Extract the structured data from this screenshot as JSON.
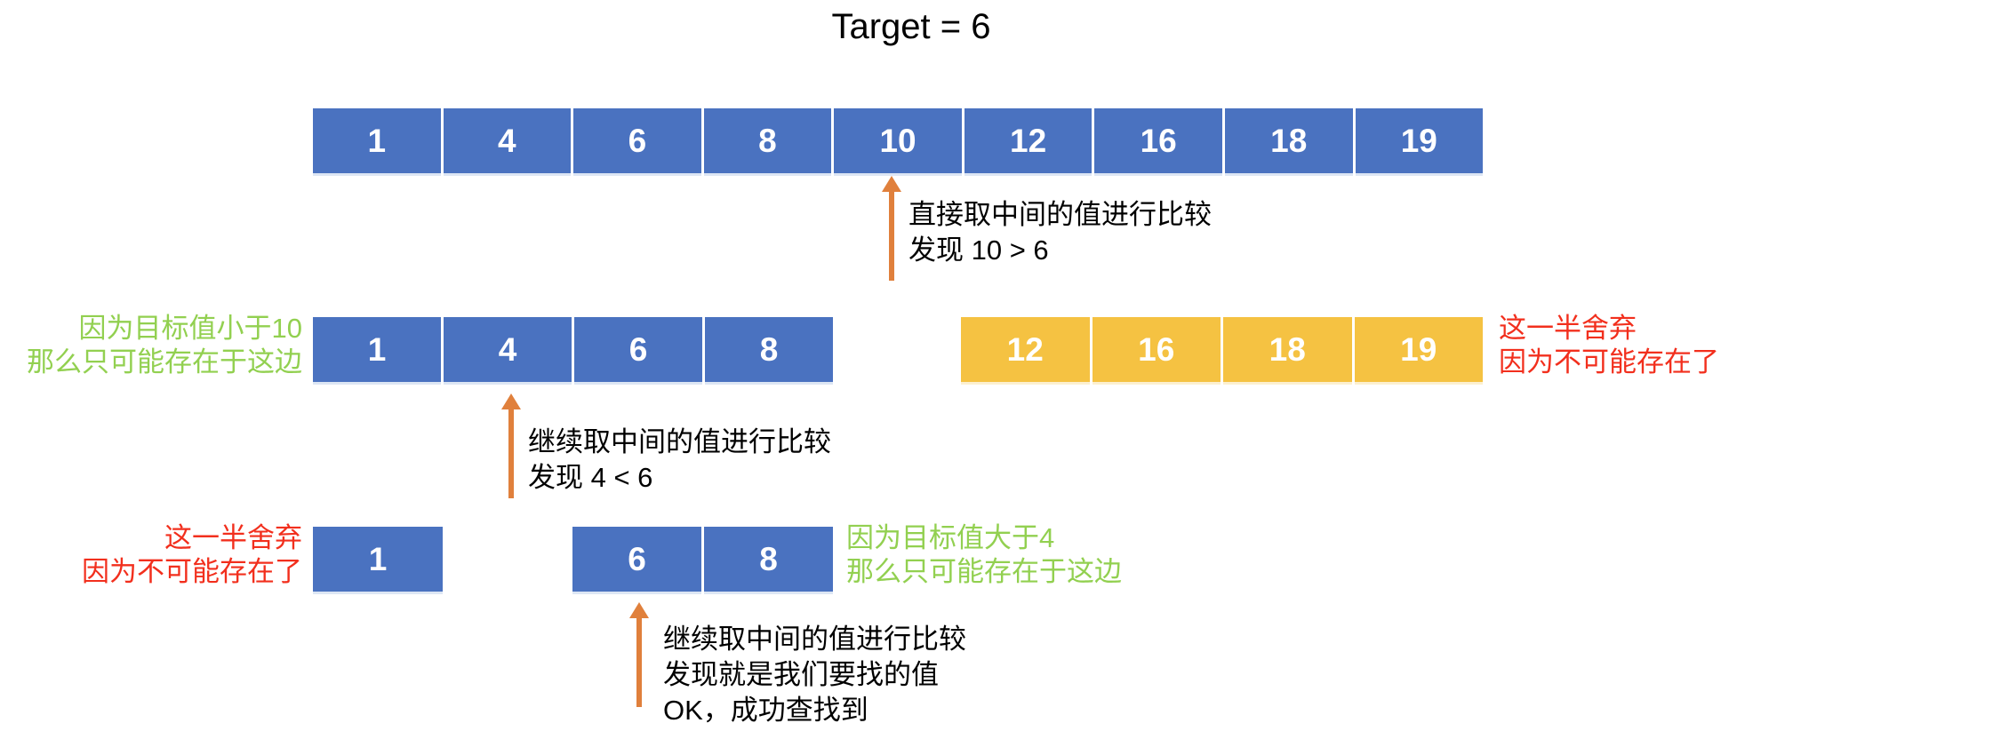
{
  "title": "Target = 6",
  "palette": {
    "cell_blue": "#4a72c0",
    "cell_gold": "#f5c242",
    "arrow_orange": "#e0803c",
    "keep_green": "#92d050",
    "discard_red": "#f22f1d",
    "text_black": "#000000"
  },
  "step1": {
    "cells": [
      "1",
      "4",
      "6",
      "8",
      "10",
      "12",
      "16",
      "18",
      "19"
    ],
    "note": [
      "直接取中间的值进行比较",
      "发现 10 > 6"
    ]
  },
  "step2": {
    "keep_cells": [
      "1",
      "4",
      "6",
      "8"
    ],
    "discard_cells": [
      "12",
      "16",
      "18",
      "19"
    ],
    "keep_label": [
      "因为目标值小于10",
      "那么只可能存在于这边"
    ],
    "discard_label": [
      "这一半舍弃",
      "因为不可能存在了"
    ],
    "note": [
      "继续取中间的值进行比较",
      "发现 4 < 6"
    ]
  },
  "step3": {
    "discard_cell": "1",
    "keep_cells": [
      "6",
      "8"
    ],
    "discard_label": [
      "这一半舍弃",
      "因为不可能存在了"
    ],
    "keep_label": [
      "因为目标值大于4",
      "那么只可能存在于这边"
    ],
    "note": [
      "继续取中间的值进行比较",
      "发现就是我们要找的值",
      "OK，成功查找到"
    ]
  }
}
